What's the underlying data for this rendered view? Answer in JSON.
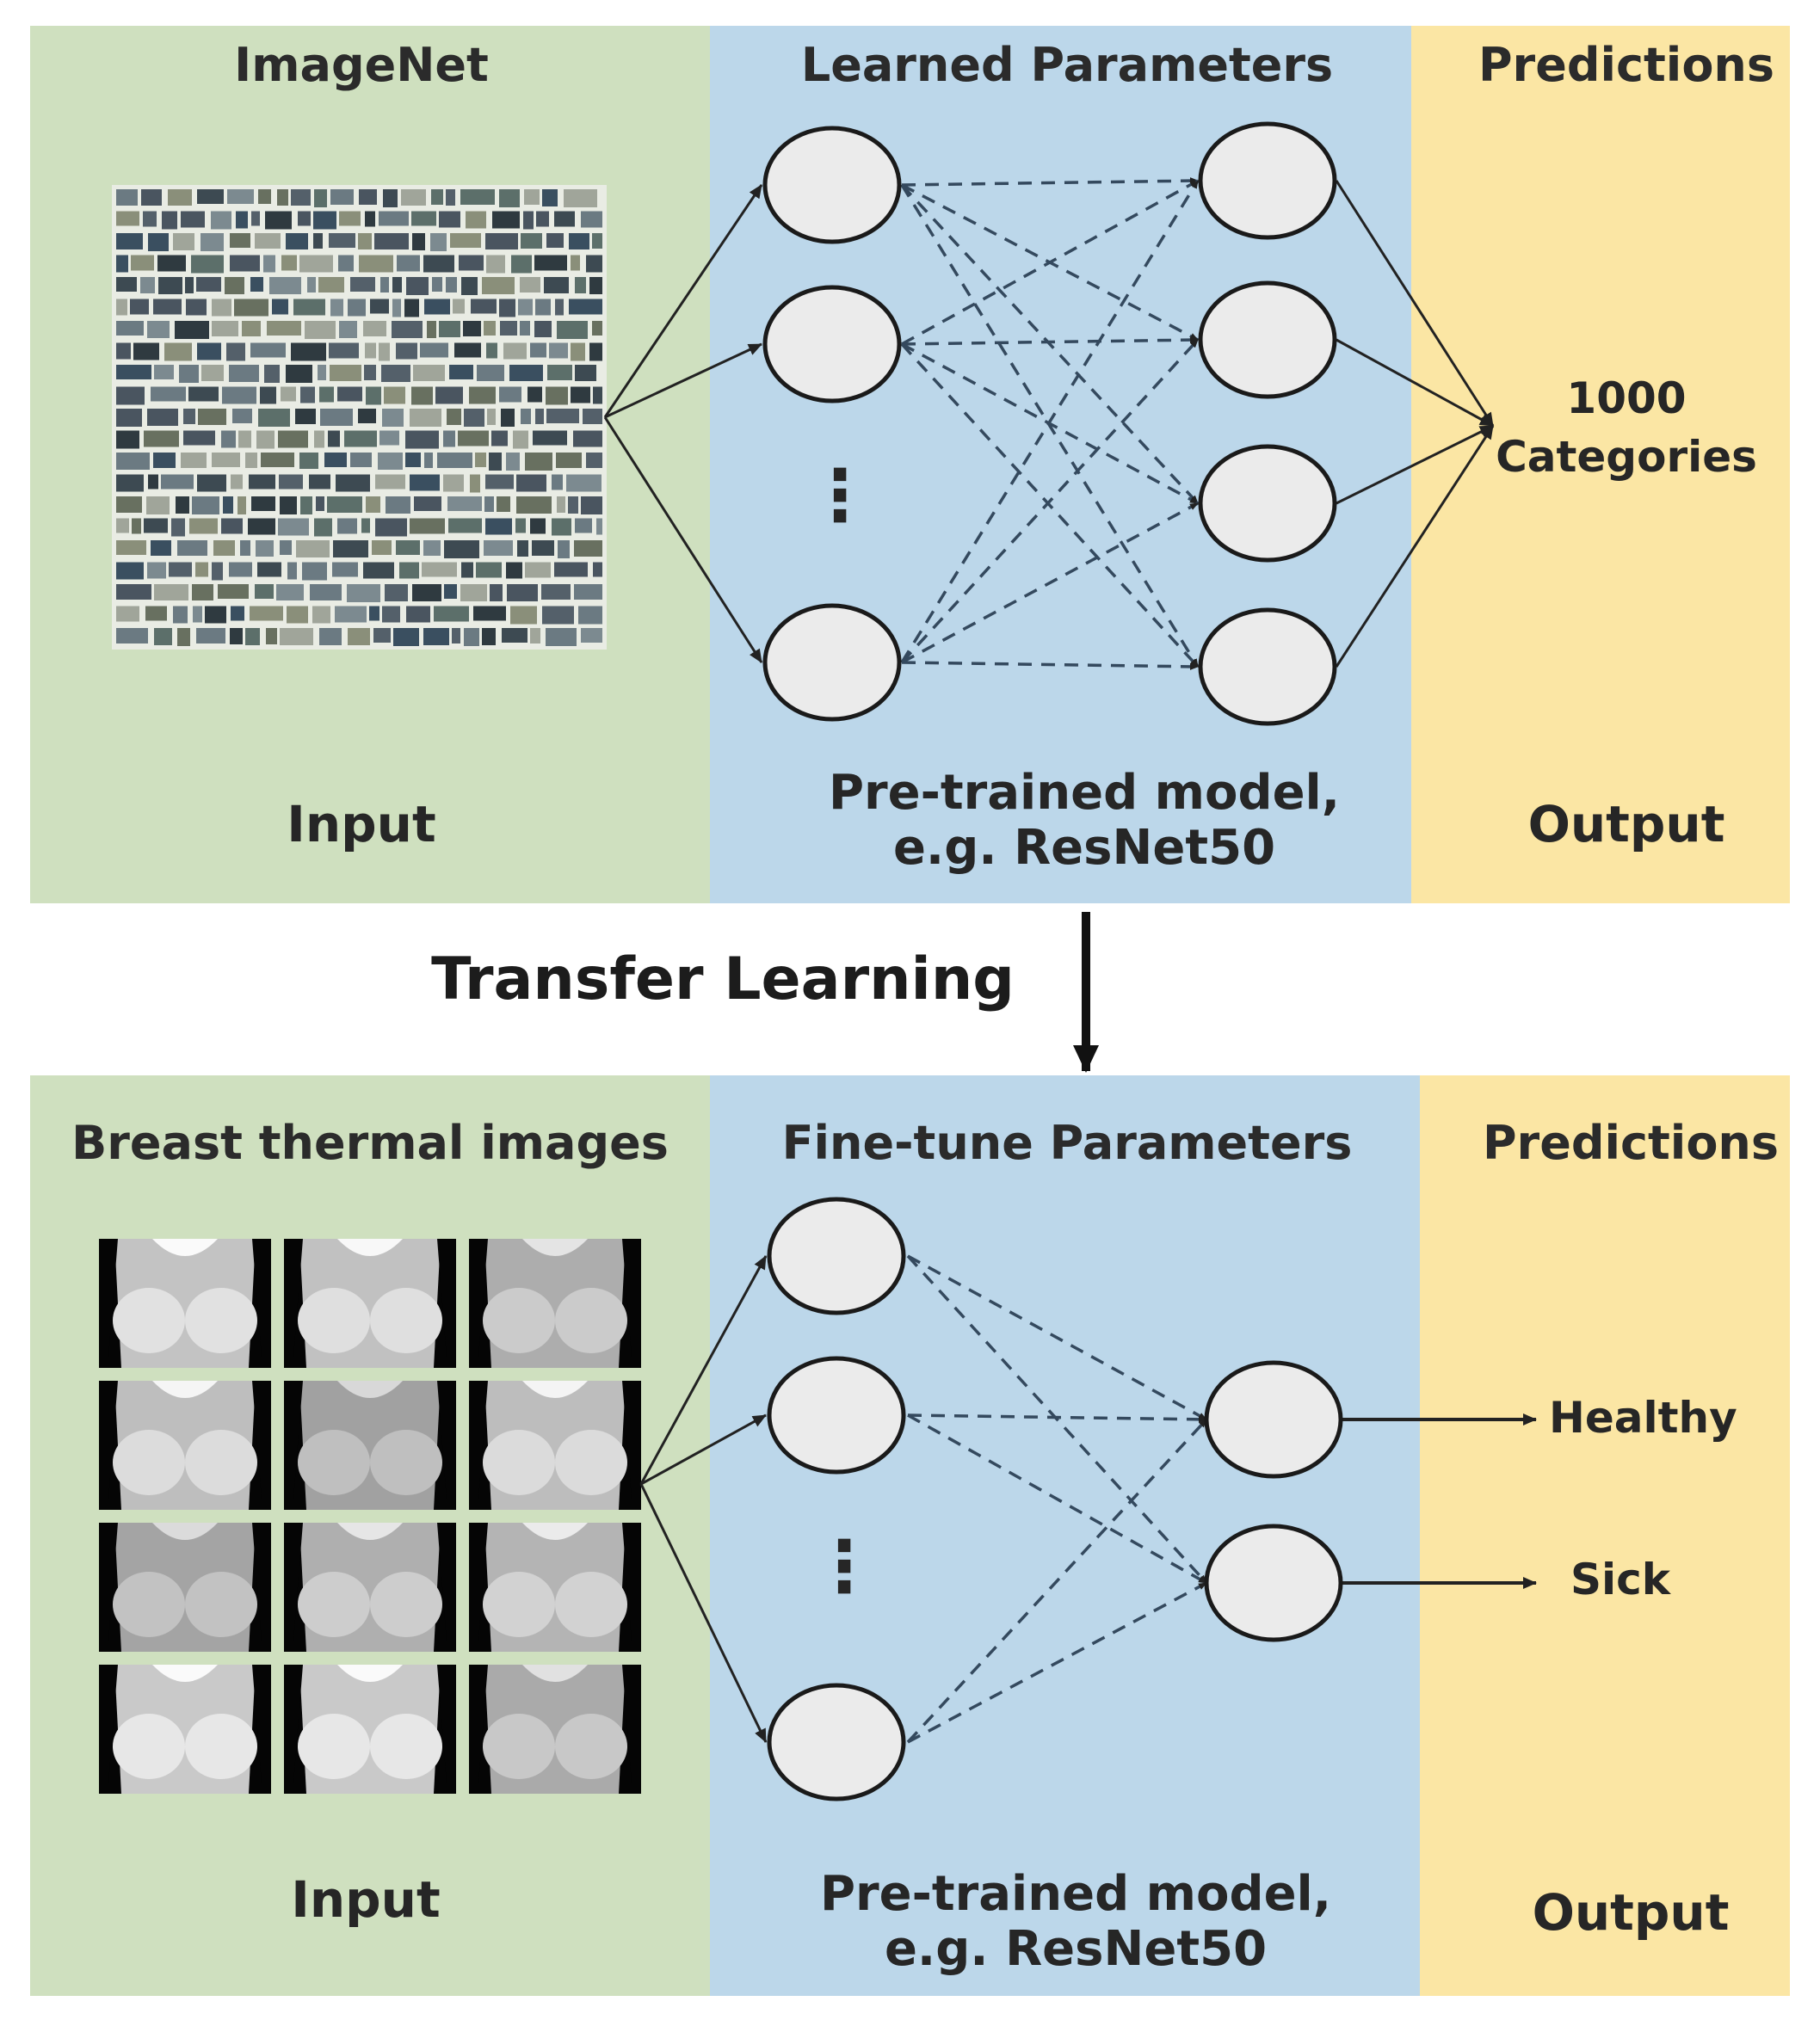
{
  "top_panel": {
    "input_title": "ImageNet",
    "params_title": "Learned Parameters",
    "predictions_title": "Predictions",
    "input_label": "Input",
    "model_line1": "Pre-trained model,",
    "model_line2": "e.g. ResNet50",
    "output_label": "Output",
    "output_categories_line1": "1000",
    "output_categories_line2": "Categories",
    "ellipsis": "⋮"
  },
  "transfer_label": "Transfer Learning",
  "bottom_panel": {
    "input_title": "Breast thermal images",
    "params_title": "Fine-tune Parameters",
    "predictions_title": "Predictions",
    "input_label": "Input",
    "model_line1": "Pre-trained model,",
    "model_line2": "e.g. ResNet50",
    "output_label": "Output",
    "class_1": "Healthy",
    "class_2": "Sick",
    "ellipsis": "⋮"
  },
  "colors": {
    "input_bg": "#cfe0bf",
    "params_bg": "#bcd7ea",
    "output_bg": "#fbe6a4",
    "node_fill": "#ebebeb",
    "line": "#222222",
    "dashed": "#34495e"
  }
}
